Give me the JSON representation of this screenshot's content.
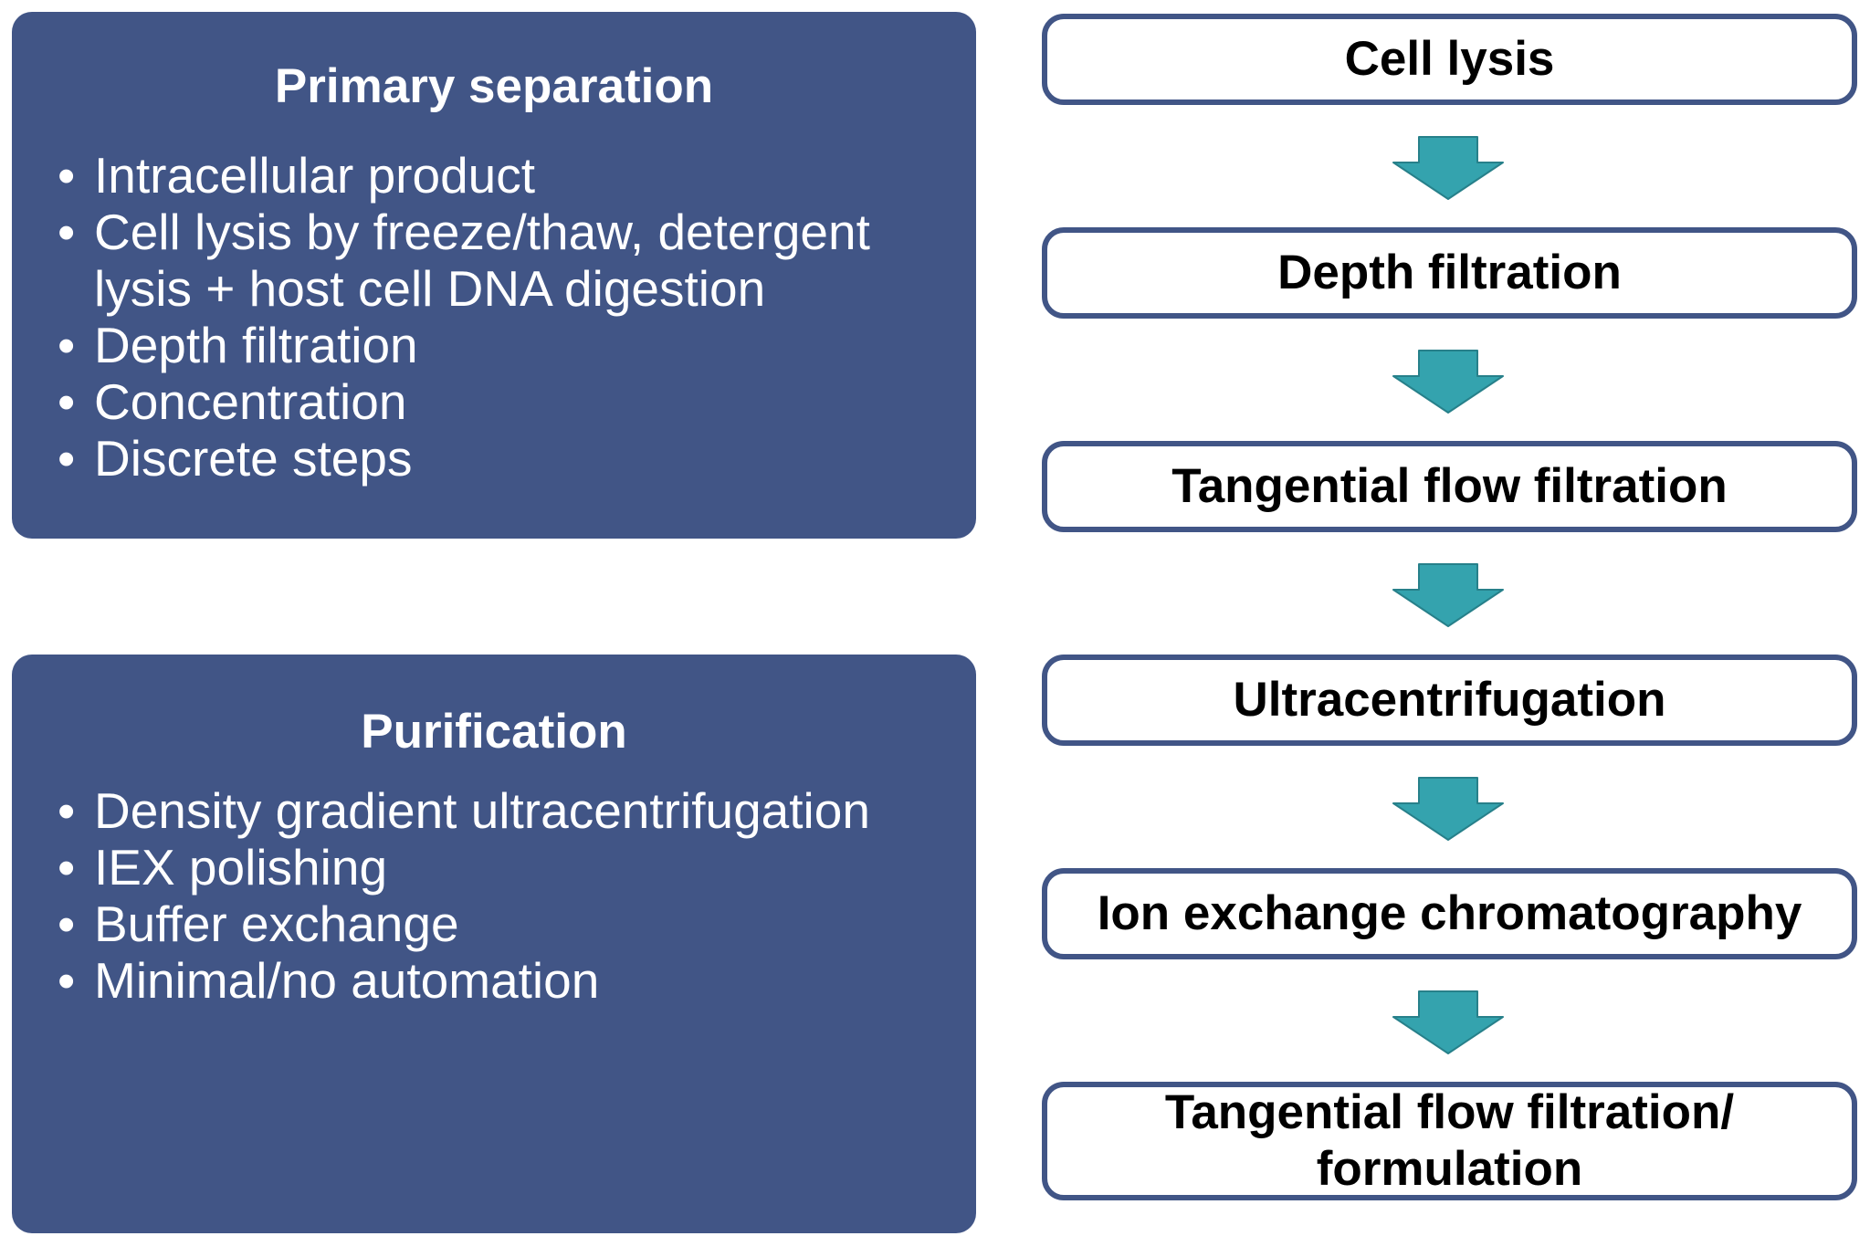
{
  "primary_panel": {
    "title": "Primary separation",
    "bullets": [
      "Intracellular product",
      "Cell lysis by freeze/thaw, detergent",
      "lysis + host cell DNA digestion",
      "Depth filtration",
      "Concentration",
      "Discrete steps"
    ]
  },
  "purification_panel": {
    "title": "Purification",
    "bullets": [
      "Density gradient ultracentrifugation",
      "IEX polishing",
      "Buffer exchange",
      "Minimal/no automation"
    ]
  },
  "workflow_steps": [
    "Cell lysis",
    "Depth filtration",
    "Tangential flow filtration",
    "Ultracentrifugation",
    "Ion exchange chromatography",
    "Tangential flow filtration/",
    "formulation"
  ],
  "bullet_char": "•",
  "colors": {
    "panel_fill": "#415586",
    "box_border": "#415586",
    "arrow_fill": "#34A3AE",
    "arrow_stroke": "#27808A"
  }
}
